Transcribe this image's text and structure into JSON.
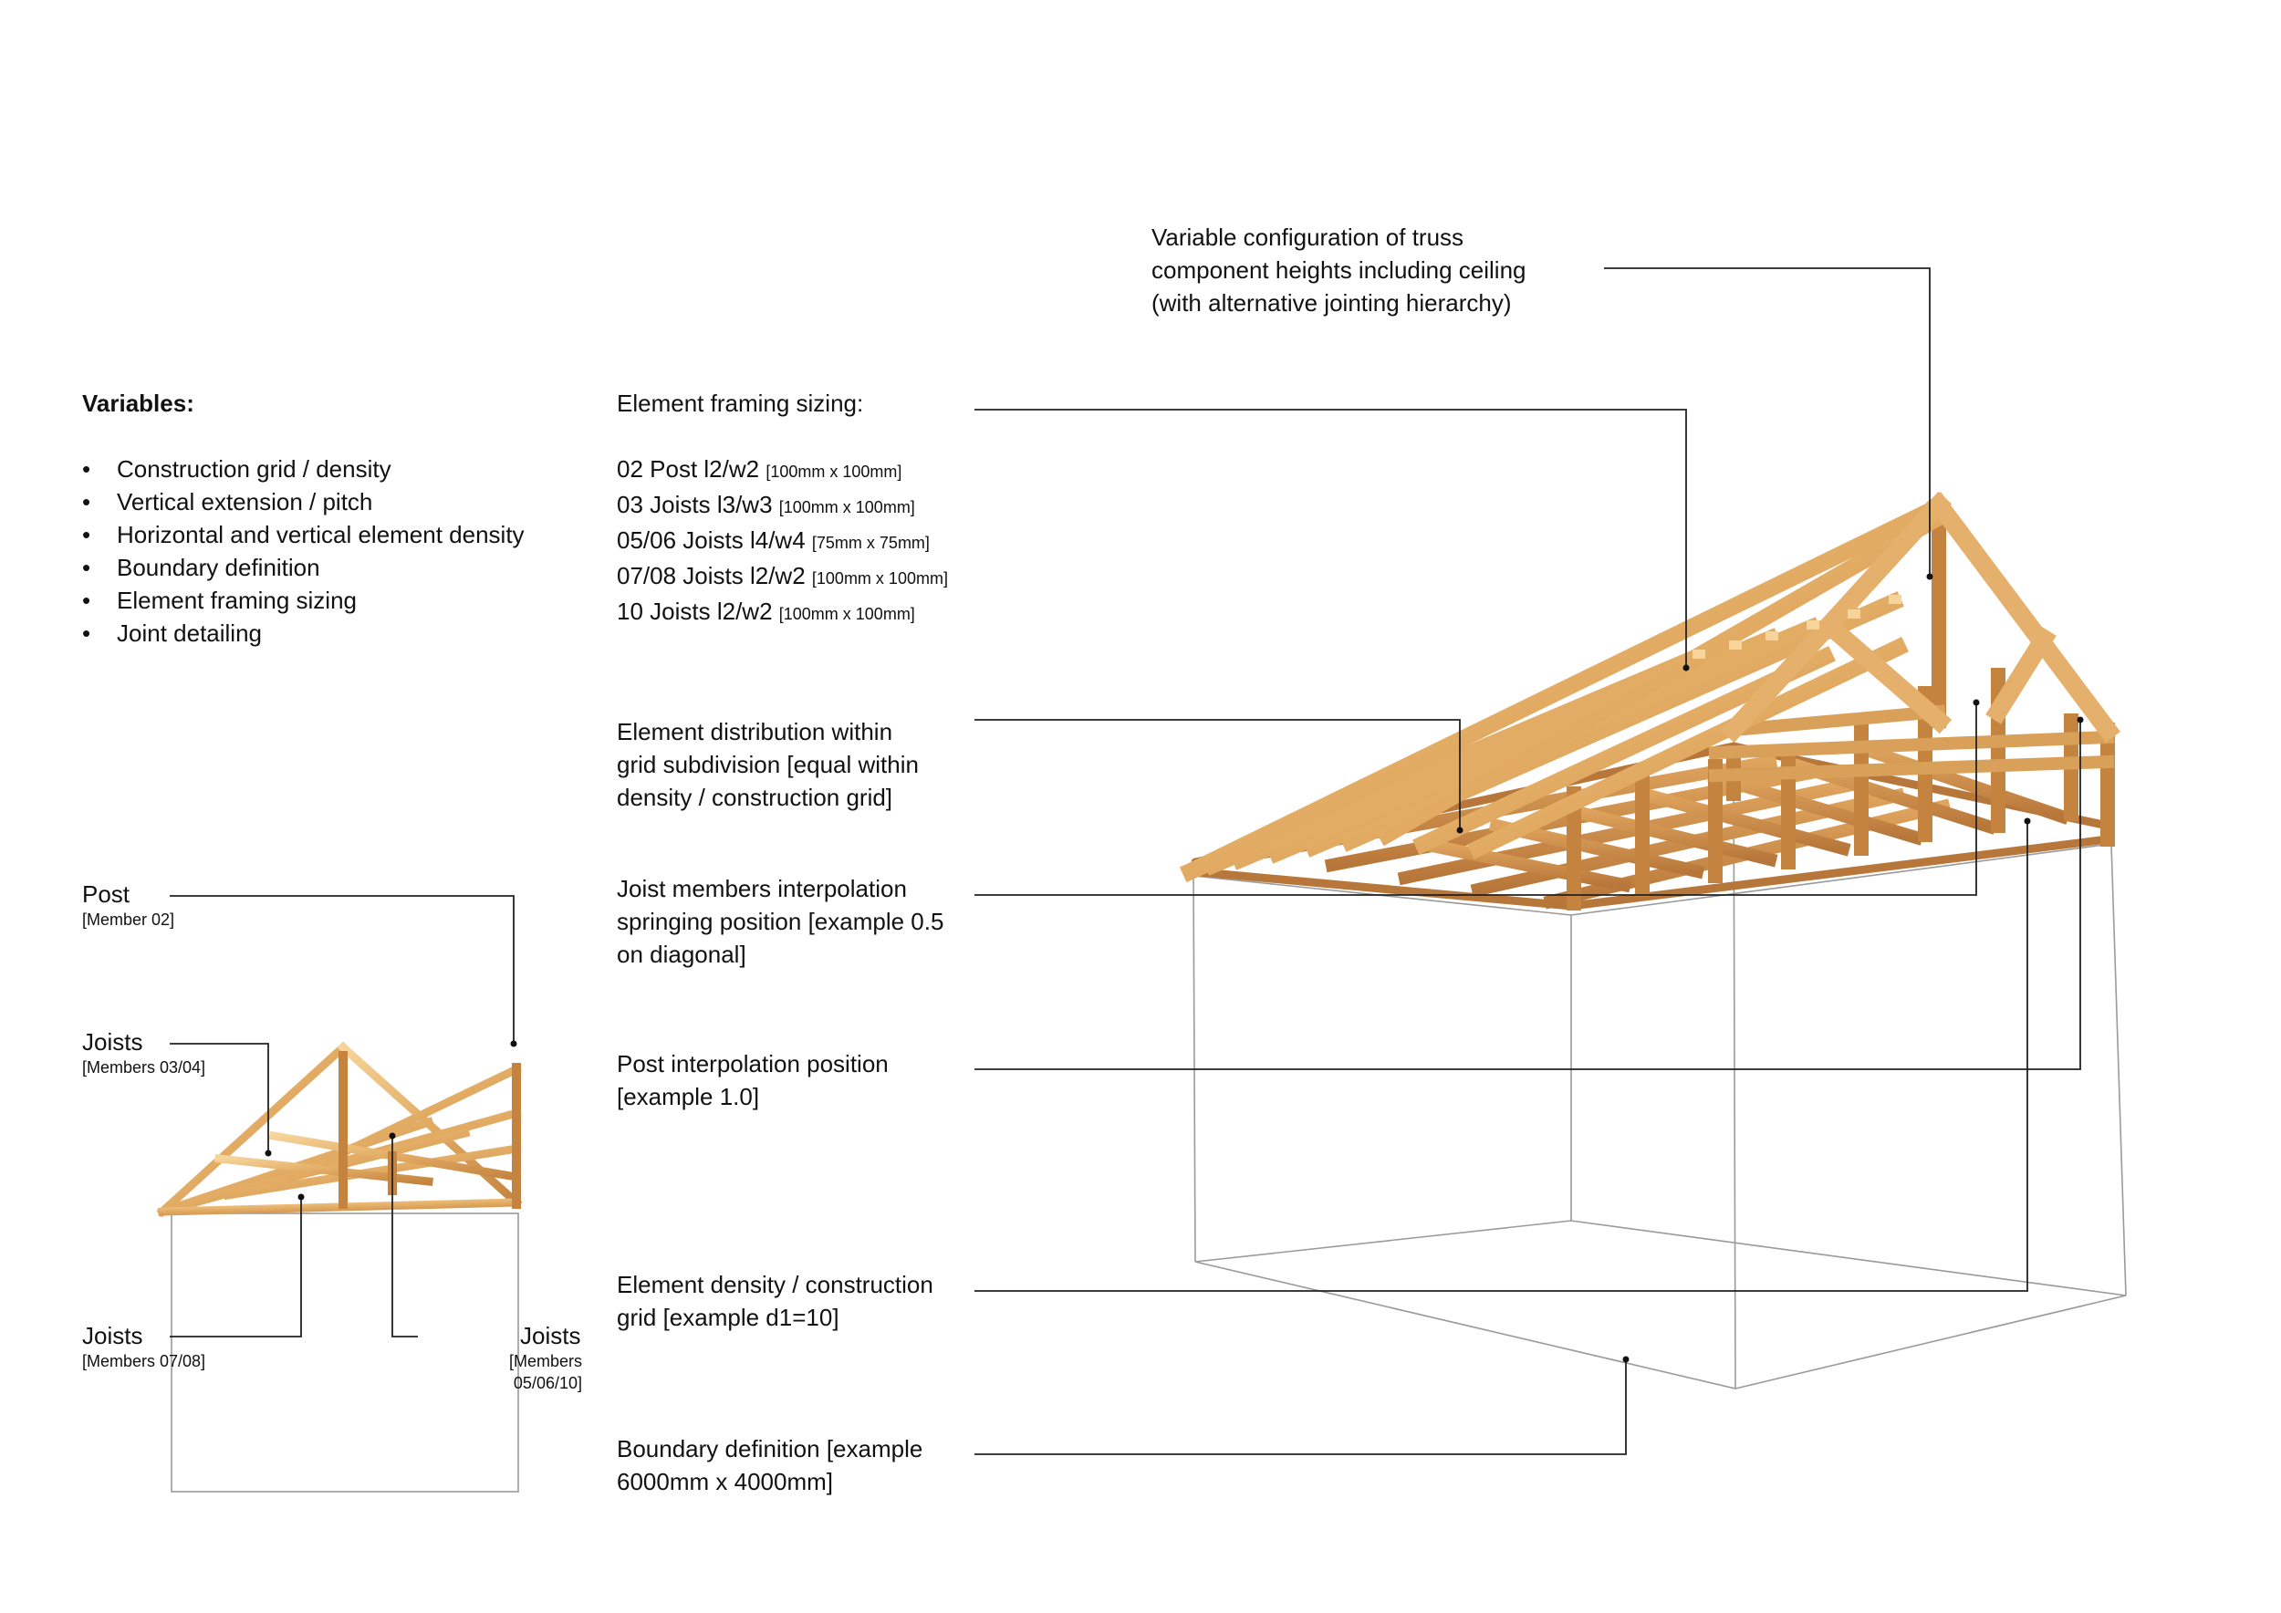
{
  "variables": {
    "heading": "Variables:",
    "items": [
      "Construction grid / density",
      "Vertical extension / pitch",
      "Horizontal and vertical element density",
      "Boundary definition",
      "Element framing sizing",
      "Joint detailing"
    ]
  },
  "framing": {
    "heading": "Element framing sizing:",
    "rows": [
      {
        "label": "02 Post l2/w2",
        "dim": "[100mm x 100mm]"
      },
      {
        "label": "03 Joists l3/w3",
        "dim": "[100mm x 100mm]"
      },
      {
        "label": "05/06 Joists l4/w4",
        "dim": "[75mm x 75mm]"
      },
      {
        "label": "07/08 Joists l2/w2",
        "dim": "[100mm x 100mm]"
      },
      {
        "label": "10 Joists l2/w2",
        "dim": "[100mm x 100mm]"
      }
    ]
  },
  "notes": {
    "truss_heights": [
      "Variable configuration of truss",
      "component heights including ceiling",
      "(with alternative jointing hierarchy)"
    ],
    "distribution": [
      "Element distribution within",
      "grid subdivision [equal within",
      "density / construction grid]"
    ],
    "joist_interp": [
      "Joist members interpolation",
      "springing position [example 0.5",
      "on diagonal]"
    ],
    "post_interp": [
      "Post interpolation position",
      "[example 1.0]"
    ],
    "density": [
      "Element density / construction",
      "grid [example d1=10]"
    ],
    "boundary": [
      "Boundary definition [example",
      "6000mm x 4000mm]"
    ]
  },
  "members": {
    "post": {
      "title": "Post",
      "sub": "[Member 02]"
    },
    "joists_a": {
      "title": "Joists",
      "sub": "[Members 03/04]"
    },
    "joists_b": {
      "title": "Joists",
      "sub": "[Members 07/08]"
    },
    "joists_c": {
      "title": "Joists",
      "sub": [
        "[Members",
        "05/06/10]"
      ]
    }
  },
  "colors": {
    "timber_light": "#f2c98a",
    "timber_mid": "#dca15c",
    "timber_dark": "#b9793a",
    "line": "#222222",
    "box": "#9a9a9a"
  }
}
